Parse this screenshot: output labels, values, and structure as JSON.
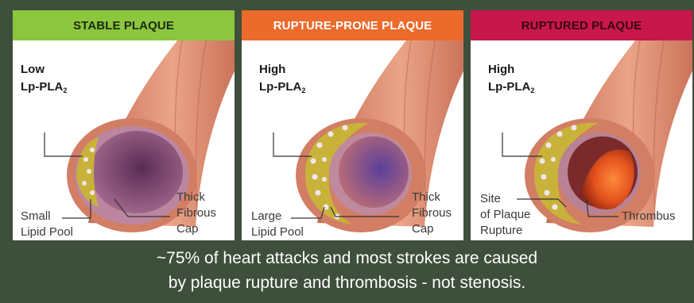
{
  "panels": [
    {
      "title": "STABLE PLAQUE",
      "header_bg": "#8cc63e",
      "header_fg": "#1b2a10",
      "lp_level": "Low",
      "lp_name": "Lp-PLA",
      "lp_sub": "2",
      "left_label": [
        "Small",
        "Lipid Pool"
      ],
      "right_label": [
        "Thick",
        "Fibrous",
        "Cap"
      ]
    },
    {
      "title": "RUPTURE-PRONE PLAQUE",
      "header_bg": "#ec6a2c",
      "header_fg": "#ffffff",
      "lp_level": "High",
      "lp_name": "Lp-PLA",
      "lp_sub": "2",
      "left_label": [
        "Large",
        "Lipid Pool"
      ],
      "right_label": [
        "Thick",
        "Fibrous",
        "Cap"
      ]
    },
    {
      "title": "RUPTURED PLAQUE",
      "header_bg": "#c8174a",
      "header_fg": "#3a0712",
      "lp_level": "High",
      "lp_name": "Lp-PLA",
      "lp_sub": "2",
      "left_label": [
        "Site",
        "of Plaque",
        "Rupture"
      ],
      "right_label": [
        "Thrombus"
      ]
    }
  ],
  "footer": {
    "line1": "~75% of heart attacks and most strokes are caused",
    "line2": "by plaque rupture and thrombosis - not stenosis."
  },
  "colors": {
    "background": "#3e4f3b",
    "artery": "#d9876a",
    "lumen": "#8a4d78",
    "lipid": "#c9b23a",
    "thrombus": "#e3521d"
  }
}
